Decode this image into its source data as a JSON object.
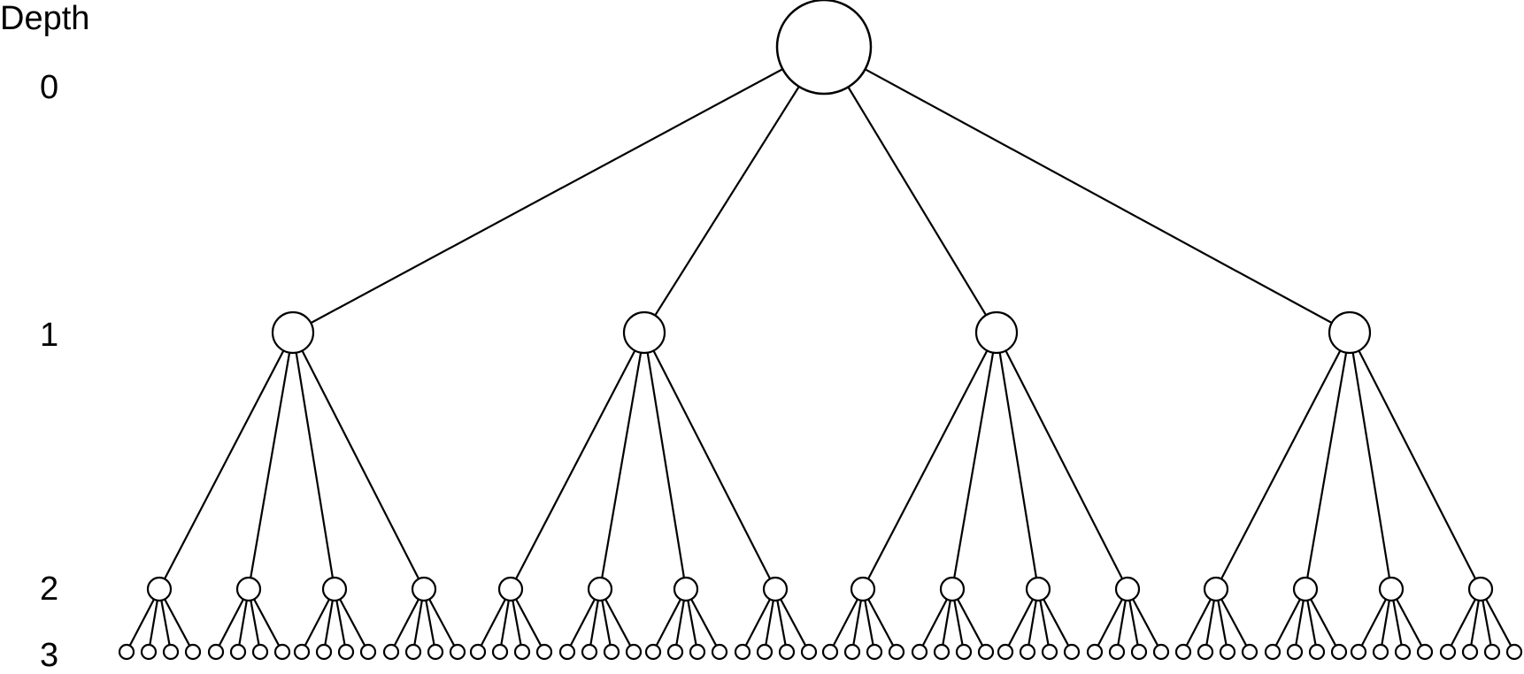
{
  "diagram": {
    "title": "Depth",
    "depth_labels": [
      "0",
      "1",
      "2",
      "3"
    ],
    "branching_factor": 4,
    "max_depth": 3,
    "stroke_color": "#000000",
    "fill_color": "#ffffff"
  }
}
